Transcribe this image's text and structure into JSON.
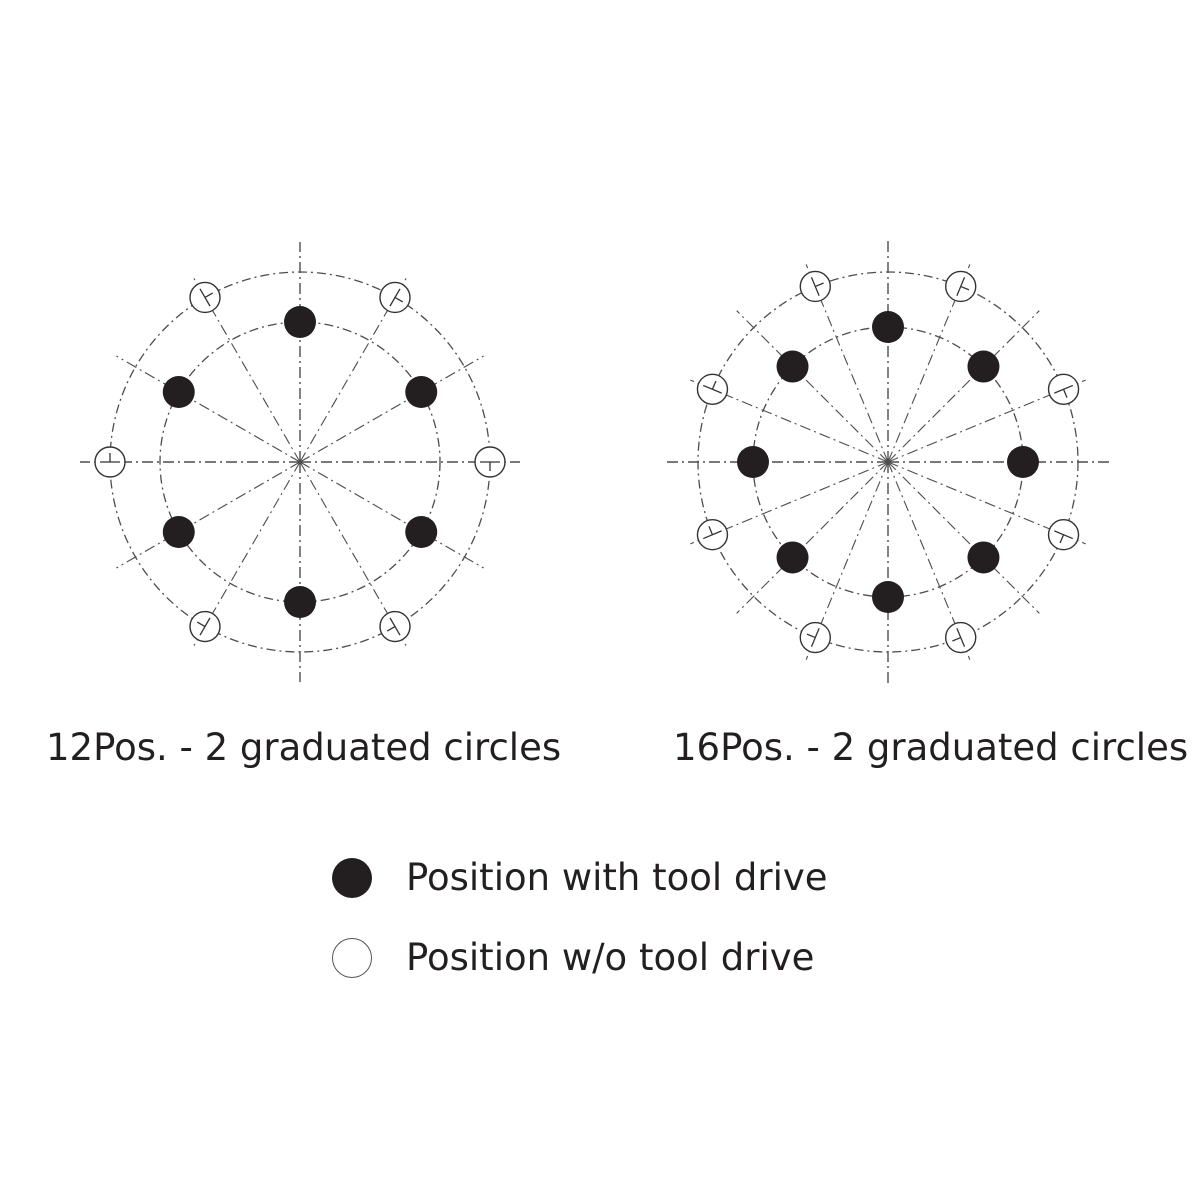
{
  "captions": {
    "left": "12Pos. - 2 graduated circles",
    "right": "16Pos. - 2 graduated circles"
  },
  "legend": {
    "with_drive": "Position with tool drive",
    "without_drive": "Position w/o tool drive"
  },
  "diagrams": [
    {
      "positions": 12,
      "positions_with_tool_drive": 6,
      "positions_without_tool_drive": 6
    },
    {
      "positions": 16,
      "positions_with_tool_drive": 8,
      "positions_without_tool_drive": 8
    }
  ],
  "colors": {
    "ink": "#231f20",
    "line": "#4d4d4d"
  }
}
